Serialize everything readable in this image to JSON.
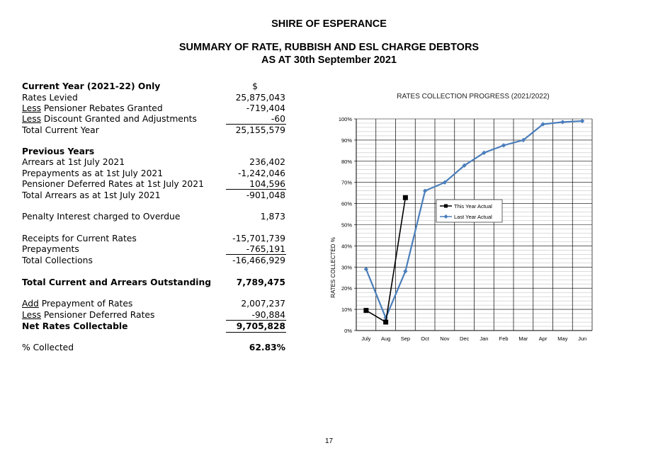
{
  "header": {
    "line1": "SHIRE OF ESPERANCE",
    "line2": "SUMMARY OF RATE, RUBBISH AND ESL CHARGE DEBTORS",
    "line3": "AS AT 30th September 2021"
  },
  "summary": {
    "current_year": {
      "heading": "Current Year (2021-22) Only",
      "currency": "$",
      "rates_levied": {
        "label": "Rates Levied",
        "value": "25,875,043"
      },
      "pensioner_rebates": {
        "prefix": "Less",
        "label": " Pensioner Rebates Granted",
        "value": "-719,404"
      },
      "discount": {
        "prefix": "Less",
        "label": " Discount Granted and Adjustments",
        "value": "-60"
      },
      "total": {
        "label": "Total Current Year",
        "value": "25,155,579"
      }
    },
    "previous_years": {
      "heading": "Previous Years",
      "arrears": {
        "label": "Arrears at 1st July 2021",
        "value": "236,402"
      },
      "prepayments": {
        "label": "Prepayments as at 1st July 2021",
        "value": "-1,242,046"
      },
      "deferred": {
        "label": "Pensioner Deferred Rates at 1st July 2021",
        "value": "104,596"
      },
      "total": {
        "label": "Total Arrears as at 1st July 2021",
        "value": "-901,048"
      }
    },
    "penalty": {
      "label": "Penalty Interest charged to Overdue",
      "value": "1,873"
    },
    "collections": {
      "receipts": {
        "label": "Receipts for Current Rates",
        "value": "-15,701,739"
      },
      "prepayments": {
        "label": "Prepayments",
        "value": "-765,191"
      },
      "total": {
        "label": "Total Collections",
        "value": "-16,466,929"
      }
    },
    "outstanding": {
      "label": "Total Current and Arrears Outstanding",
      "value": "7,789,475"
    },
    "net": {
      "add_prepayment": {
        "prefix": "Add",
        "label": " Prepayment of Rates",
        "value": "2,007,237"
      },
      "less_deferred": {
        "prefix": "Less",
        "label": " Pensioner Deferred Rates",
        "value": "-90,884"
      },
      "net_collectable": {
        "label": "Net Rates Collectable",
        "value": "9,705,828"
      }
    },
    "percent_collected": {
      "label": "% Collected",
      "value": "62.83%"
    }
  },
  "page_number": "17",
  "chart_data": {
    "type": "line",
    "title": "RATES COLLECTION PROGRESS (2021/2022)",
    "xlabel": "",
    "ylabel": "RATES COLLECTED %",
    "categories": [
      "July",
      "Aug",
      "Sep",
      "Oct",
      "Nov",
      "Dec",
      "Jan",
      "Feb",
      "Mar",
      "Apr",
      "May",
      "Jun"
    ],
    "y_ticks": [
      "0%",
      "10%",
      "20%",
      "30%",
      "40%",
      "50%",
      "60%",
      "70%",
      "80%",
      "90%",
      "100%"
    ],
    "ylim": [
      0,
      100
    ],
    "grid": "vertical and horizontal",
    "legend_position": "right-middle",
    "series": [
      {
        "name": "This Year Actual",
        "color": "#000000",
        "marker": "square",
        "values": [
          9.5,
          4,
          62.8
        ]
      },
      {
        "name": "Last Year Actual",
        "color": "#4a7ebb",
        "marker": "diamond",
        "values": [
          29,
          6,
          28,
          66,
          70,
          78,
          84,
          87.5,
          90,
          97.5,
          98.5,
          99
        ]
      }
    ]
  }
}
